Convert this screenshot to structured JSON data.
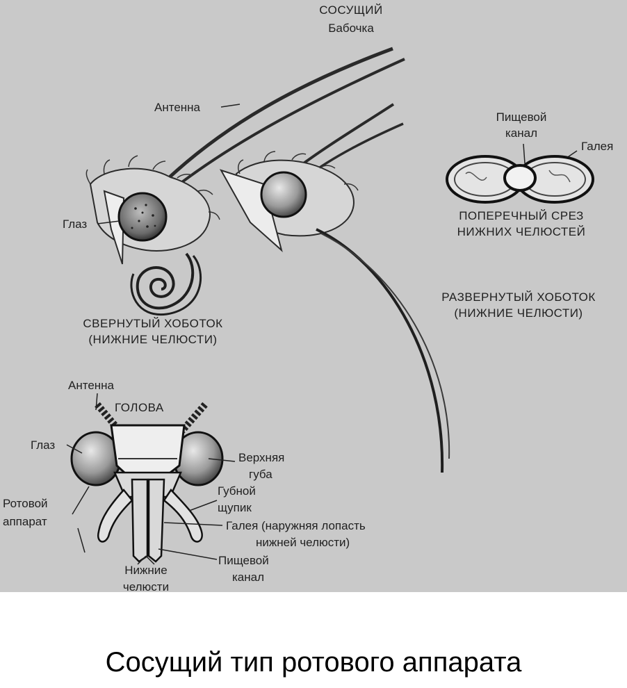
{
  "header": {
    "title": "СОСУЩИЙ",
    "subtitle": "Бабочка"
  },
  "top_labels": {
    "antenna": "Антенна",
    "eye": "Глаз",
    "coiled": [
      "СВЕРНУТЫЙ ХОБОТОК",
      "(НИЖНИЕ ЧЕЛЮСТИ)"
    ],
    "uncoiled": [
      "РАЗВЕРНУТЫЙ ХОБОТОК",
      "(НИЖНИЕ ЧЕЛЮСТИ)"
    ]
  },
  "cross_section": {
    "food_canal": [
      "Пищевой",
      "канал"
    ],
    "galea": "Галея",
    "title": [
      "ПОПЕРЕЧНЫЙ СРЕЗ",
      "НИЖНИХ ЧЕЛЮСТЕЙ"
    ]
  },
  "head_labels": {
    "antenna": "Антенна",
    "head": "ГОЛОВА",
    "eye": "Глаз",
    "mouthparts": [
      "Ротовой",
      "аппарат"
    ],
    "upper_lip": [
      "Верхняя",
      "губа"
    ],
    "labial_palp": [
      "Губной",
      "щупик"
    ],
    "galea": [
      "Галея (наружняя лопасть",
      "нижней челюсти)"
    ],
    "food_canal": [
      "Пищевой",
      "канал"
    ],
    "maxillae": [
      "Нижние",
      "челюсти"
    ]
  },
  "caption": "Сосущий тип ротового аппарата"
}
